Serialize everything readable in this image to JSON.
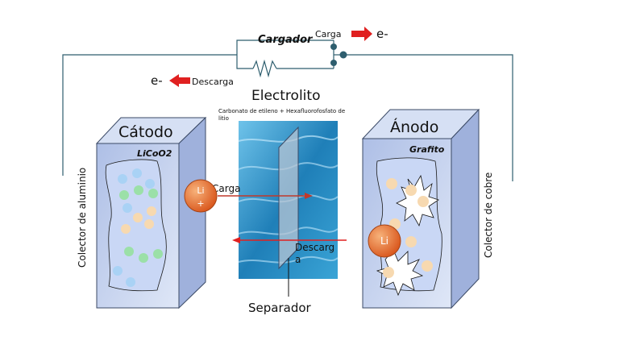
{
  "charger": {
    "label": "Cargador",
    "charge_label": "Carga",
    "discharge_label": "Descarga",
    "electron_symbol": "e-"
  },
  "electrolyte": {
    "title": "Electrolito",
    "composition": "Carbonato de etileno + Hexafluorofosfato de litio"
  },
  "cathode": {
    "title": "Cátodo",
    "material": "LiCoO2",
    "collector": "Colector de aluminio"
  },
  "anode": {
    "title": "Ánodo",
    "material": "Grafito",
    "collector": "Colector de cobre"
  },
  "ions": {
    "cathode_ion": "Li +",
    "anode_ion": "Li"
  },
  "arrows": {
    "charge_label": "Carga",
    "discharge_label": "Descarga"
  },
  "separator": {
    "label": "Separador"
  },
  "colors": {
    "wire": "#2e5e6e",
    "arrow_red": "#e02020",
    "ion_orange": "#e8742a",
    "box_face": "#c7d5f0",
    "box_edge": "#3b4a66",
    "electrolyte_blue": "#2a8fc4"
  }
}
